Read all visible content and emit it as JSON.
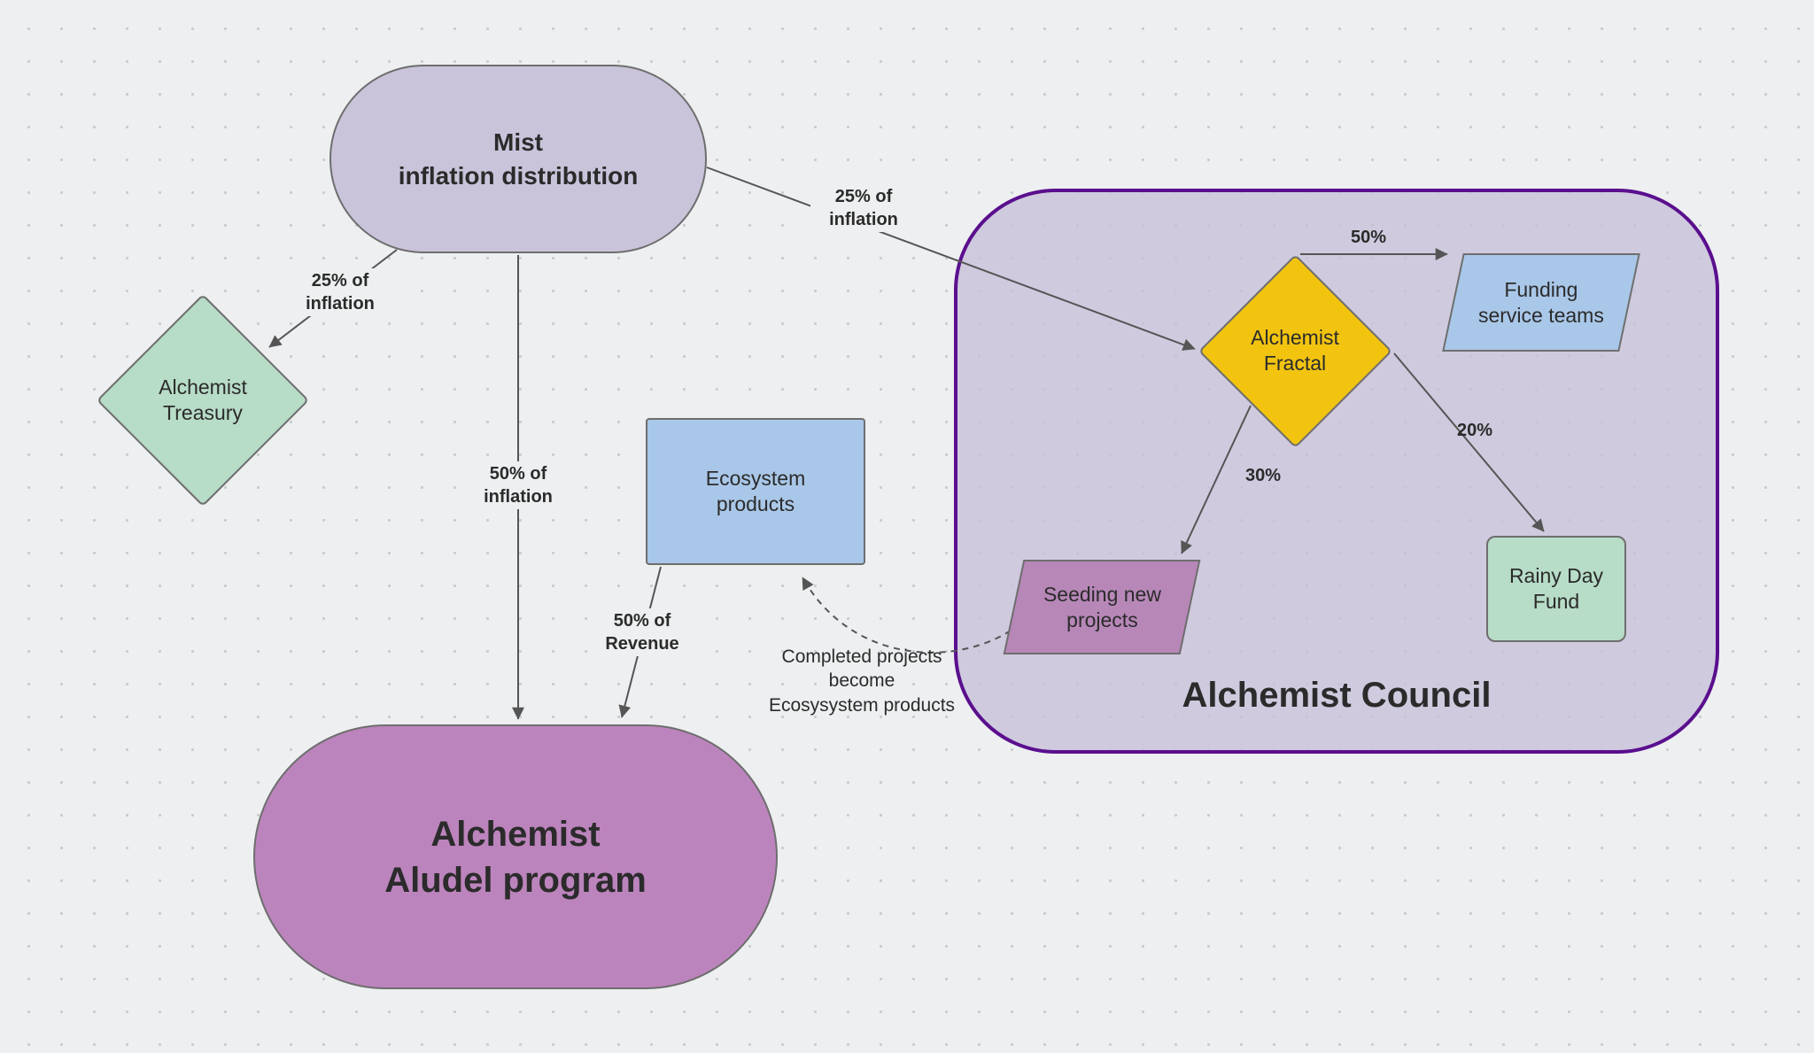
{
  "title": "Mist inflation distribution diagram",
  "nodes": {
    "mist": {
      "label": "Mist\ninflation distribution",
      "shape": "stadium"
    },
    "treasury": {
      "label": "Alchemist\nTreasury",
      "shape": "diamond"
    },
    "ecosystem": {
      "label": "Ecosystem\nproducts",
      "shape": "rectangle"
    },
    "aludel": {
      "label": "Alchemist\nAludel program",
      "shape": "stadium"
    },
    "council": {
      "label": "Alchemist Council",
      "shape": "container"
    },
    "fractal": {
      "label": "Alchemist\nFractal",
      "shape": "diamond"
    },
    "funding": {
      "label": "Funding\nservice teams",
      "shape": "parallelogram"
    },
    "seeding": {
      "label": "Seeding new\nprojects",
      "shape": "parallelogram"
    },
    "rainy": {
      "label": "Rainy Day\nFund",
      "shape": "rounded-rectangle"
    }
  },
  "edges": [
    {
      "from": "mist",
      "to": "treasury",
      "label": "25% of\ninflation",
      "style": "solid"
    },
    {
      "from": "mist",
      "to": "fractal",
      "label": "25% of\ninflation",
      "style": "solid"
    },
    {
      "from": "mist",
      "to": "aludel",
      "label": "50% of\ninflation",
      "style": "solid"
    },
    {
      "from": "ecosystem",
      "to": "aludel",
      "label": "50% of\nRevenue",
      "style": "solid"
    },
    {
      "from": "fractal",
      "to": "funding",
      "label": "50%",
      "style": "solid"
    },
    {
      "from": "fractal",
      "to": "seeding",
      "label": "30%",
      "style": "solid"
    },
    {
      "from": "fractal",
      "to": "rainy",
      "label": "20%",
      "style": "solid"
    },
    {
      "from": "seeding",
      "to": "ecosystem",
      "label": "Completed projects\nbecome\nEcosysystem products",
      "style": "dashed"
    }
  ],
  "colors": {
    "canvas_bg": "#edeff0",
    "canvas_dot": "#c9ccce",
    "lavender": "#cac4db",
    "council_fill": "rgba(199,192,218,0.8)",
    "council_border": "#5a0f8e",
    "purple": "#bc84bd",
    "purple_light": "#b787b8",
    "blue": "#a9c7e8",
    "green": "#b7dcc7",
    "gold": "#f2c410",
    "node_border": "#6e6e6e",
    "edge": "#555555",
    "text": "#2b2b2b"
  }
}
